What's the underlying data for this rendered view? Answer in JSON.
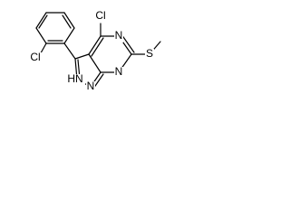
{
  "molecule": {
    "atoms": {
      "cl_top": "Cl",
      "n_upper_right": "N",
      "n_lower_right": "N",
      "s_thio": "S",
      "cl_left": "Cl",
      "n_pyrazole": "N",
      "hn_pyrazole": "HN"
    }
  }
}
